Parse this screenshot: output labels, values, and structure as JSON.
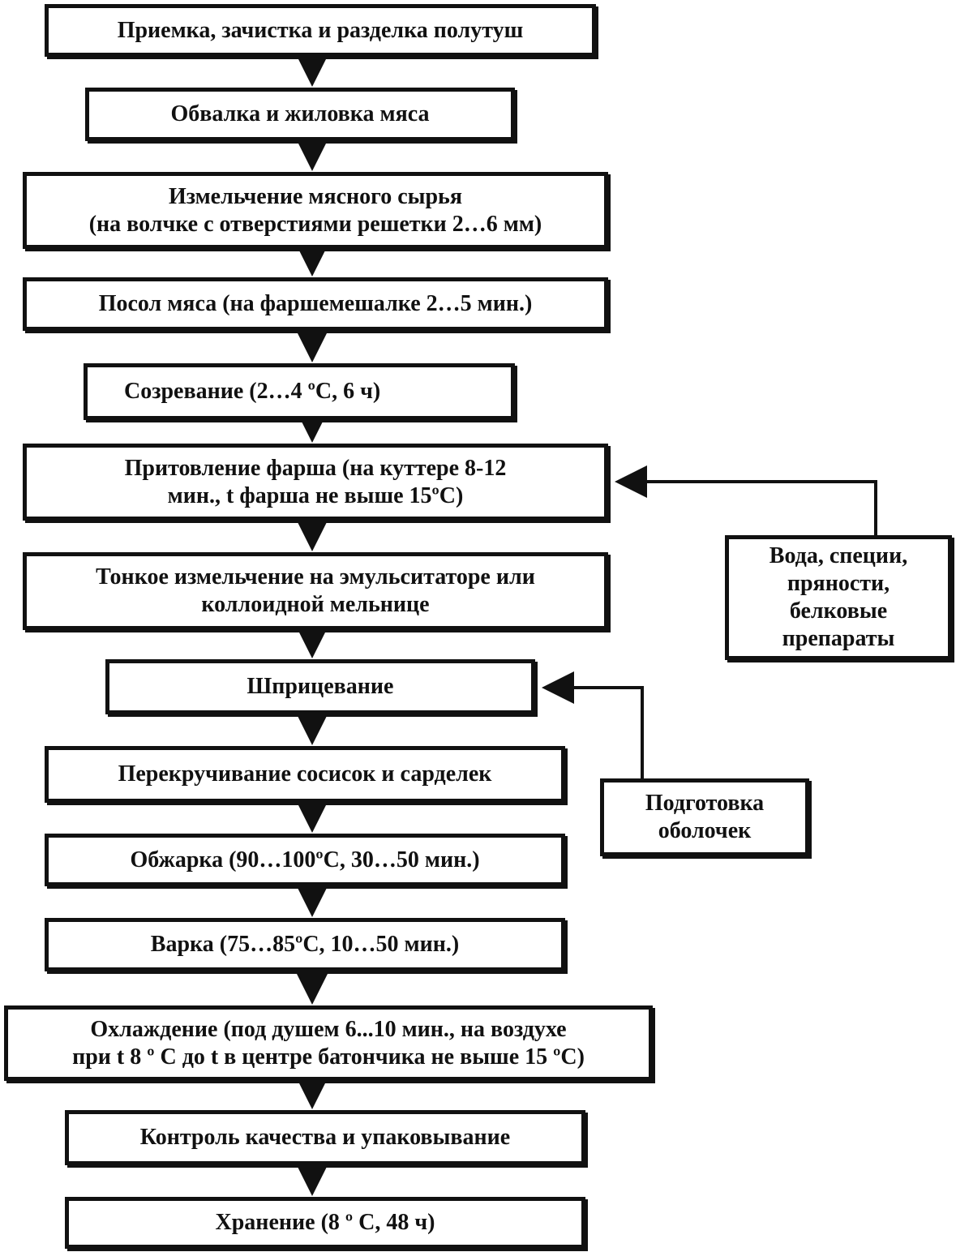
{
  "steps": {
    "s1": {
      "lines": [
        "Приемка, зачистка и разделка полутуш"
      ]
    },
    "s2": {
      "lines": [
        "Обвалка и жиловка мяса"
      ]
    },
    "s3": {
      "lines": [
        "Измельчение мясного сырья",
        "(на волчке с отверстиями решетки 2…6 мм)"
      ]
    },
    "s4": {
      "lines": [
        "Посол мяса (на фаршемешалке 2…5 мин.)"
      ]
    },
    "s5": {
      "lines": [
        "Созревание (2…4 ºС, 6 ч)"
      ]
    },
    "s6": {
      "lines": [
        "Притовление фарша (на куттере 8-12",
        "мин., t фарша не выше 15ºС)"
      ]
    },
    "s7": {
      "lines": [
        "Тонкое измельчение на эмульситаторе или",
        "коллоидной мельнице"
      ]
    },
    "s8": {
      "lines": [
        "Шприцевание"
      ]
    },
    "s9": {
      "lines": [
        "Перекручивание сосисок и сарделек"
      ]
    },
    "s10": {
      "lines": [
        "Обжарка (90…100ºС, 30…50 мин.)"
      ]
    },
    "s11": {
      "lines": [
        "Варка (75…85ºС, 10…50 мин.)"
      ]
    },
    "s12": {
      "lines": [
        "Охлаждение (под душем 6...10 мин., на воздухе",
        "при t 8 º С до t в центре батончика не выше 15 ºС)"
      ]
    },
    "s13": {
      "lines": [
        "Контроль качества и упаковывание"
      ]
    },
    "s14": {
      "lines": [
        "Хранение (8 º С, 48 ч)"
      ]
    }
  },
  "side_inputs": {
    "water_spices": {
      "lines": [
        "Вода, специи,",
        "пряности,",
        "белковые",
        "препараты"
      ]
    },
    "casings": {
      "lines": [
        "Подготовка",
        "оболочек"
      ]
    }
  },
  "colors": {
    "stroke": "#111111",
    "background": "#ffffff"
  }
}
